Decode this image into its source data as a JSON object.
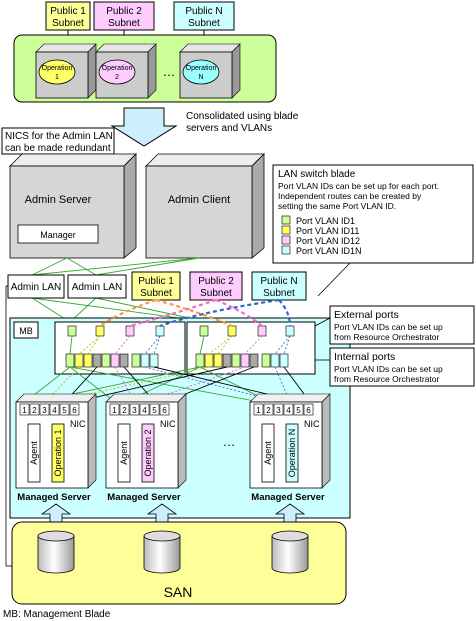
{
  "top": {
    "subnets": [
      {
        "line1": "Public 1",
        "line2": "Subnet",
        "color": "#ffff99"
      },
      {
        "line1": "Public 2",
        "line2": "Subnet",
        "color": "#ffccff"
      },
      {
        "line1": "Public N",
        "line2": "Subnet",
        "color": "#ccffff"
      }
    ],
    "operations": [
      {
        "line1": "Operation",
        "line2": "1",
        "color": "#ffff66"
      },
      {
        "line1": "Operation",
        "line2": "2",
        "color": "#ffccff"
      },
      {
        "line1": "Operation",
        "line2": "N",
        "color": "#99ffff"
      }
    ],
    "ellipsis": "…"
  },
  "consolidated": {
    "line1": "Consolidated using blade",
    "line2": "servers and VLANs"
  },
  "nics_note": {
    "line1": "NICS for the Admin LAN",
    "line2": "can be made redundant"
  },
  "admin_server": {
    "label": "Admin Server",
    "manager": "Manager"
  },
  "admin_client": {
    "label": "Admin Client"
  },
  "lan_switch": {
    "title": "LAN switch blade",
    "desc": [
      "Port VLAN IDs can be set up for each port.",
      "Independent routes can be created by",
      "setting the same Port VLAN ID."
    ],
    "legend": [
      {
        "label": "Port VLAN ID1",
        "color": "#ccff99"
      },
      {
        "label": "Port VLAN ID11",
        "color": "#ffff66"
      },
      {
        "label": "Port VLAN ID12",
        "color": "#ffccff"
      },
      {
        "label": "Port VLAN ID1N",
        "color": "#ccffff"
      }
    ]
  },
  "admin_lan": [
    "Admin LAN",
    "Admin LAN"
  ],
  "mid_subnets": [
    {
      "line1": "Public 1",
      "line2": "Subnet",
      "color": "#ffff99"
    },
    {
      "line1": "Public 2",
      "line2": "Subnet",
      "color": "#ffccff"
    },
    {
      "line1": "Public N",
      "line2": "Subnet",
      "color": "#ccffff"
    }
  ],
  "mb": "MB",
  "external_ports": {
    "title": "External ports",
    "line1": "Port VLAN IDs can be set up",
    "line2": "from Resource Orchestrator"
  },
  "internal_ports": {
    "title": "Internal ports",
    "line1": "Port VLAN IDs can be set up",
    "line2": "from Resource Orchestrator"
  },
  "servers": [
    {
      "label": "Managed Server",
      "agent": "Agent",
      "operation": "Operation 1",
      "op_color": "#ffff66"
    },
    {
      "label": "Managed Server",
      "agent": "Agent",
      "operation": "Operation 2",
      "op_color": "#ffccff"
    },
    {
      "label": "Managed Server",
      "agent": "Agent",
      "operation": "Operation N",
      "op_color": "#ccffff"
    }
  ],
  "nic_ports": [
    "1",
    "2",
    "3",
    "4",
    "5",
    "6"
  ],
  "nic": "NIC",
  "server_ellipsis": "…",
  "san": "SAN",
  "footnote": "MB: Management Blade"
}
